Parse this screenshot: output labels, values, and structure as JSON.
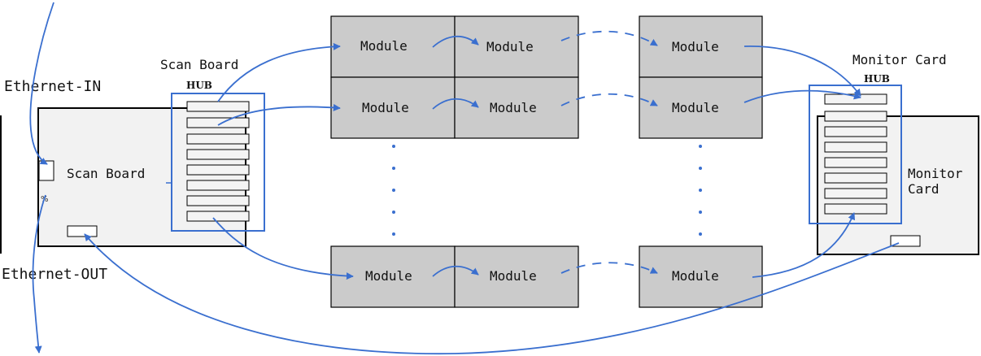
{
  "labels": {
    "ethernet_in": "Ethernet-IN",
    "ethernet_out": "Ethernet-OUT",
    "scan_board_title": "Scan Board",
    "scan_board_inner": "Scan Board",
    "scan_hub": "HUB",
    "monitor_card_title": "Monitor Card",
    "monitor_hub": "HUB",
    "monitor_card_inner_line1": "Monitor",
    "monitor_card_inner_line2": "Card",
    "module": "Module"
  },
  "colors": {
    "wire": "#3a6fcf",
    "module_fill": "#cbcbcb",
    "board_fill": "#f2f2f2"
  }
}
